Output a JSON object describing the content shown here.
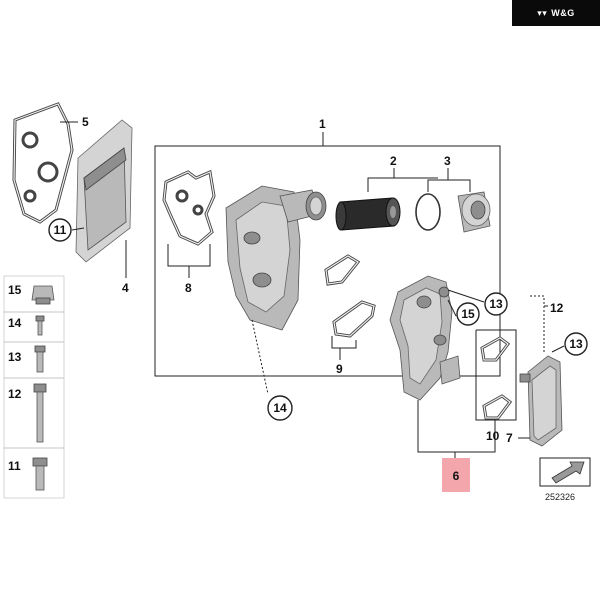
{
  "brand": {
    "badge_text": "W&G"
  },
  "callouts": {
    "c1": "1",
    "c2": "2",
    "c3": "3",
    "c4": "4",
    "c5": "5",
    "c6": "6",
    "c7": "7",
    "c8": "8",
    "c9": "9",
    "c10": "10",
    "c11": "11",
    "c12": "12",
    "c13a": "13",
    "c13b": "13",
    "c14": "14",
    "c15": "15"
  },
  "legend": [
    {
      "num": "15"
    },
    {
      "num": "14"
    },
    {
      "num": "13"
    },
    {
      "num": "12"
    },
    {
      "num": "11"
    }
  ],
  "diagram_number": "252326",
  "colors": {
    "highlight": "#f4a6ad",
    "part_gray": "#b9b9b9",
    "line": "#222222"
  }
}
